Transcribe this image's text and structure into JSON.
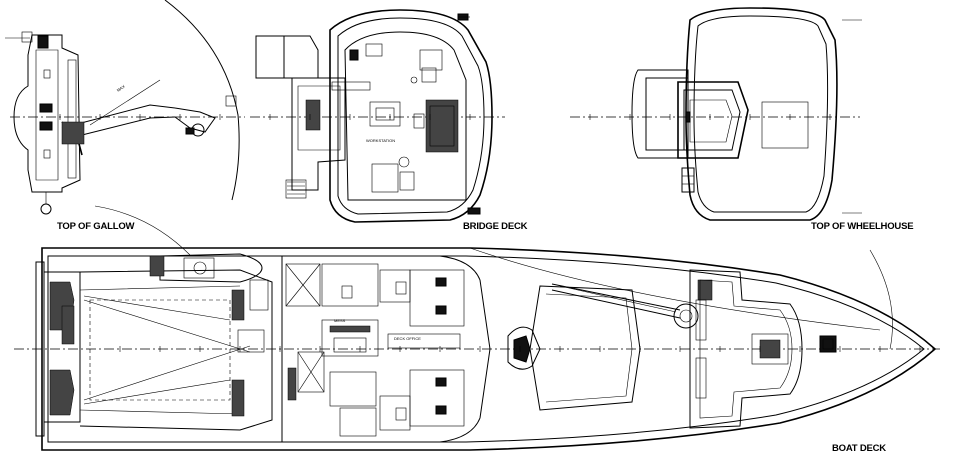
{
  "labels": {
    "top_of_gallow": "TOP OF GALLOW",
    "bridge_deck": "BRIDGE DECK",
    "top_of_wheelhouse": "TOP OF WHEELHOUSE",
    "boat_deck": "BOAT DECK"
  }
}
